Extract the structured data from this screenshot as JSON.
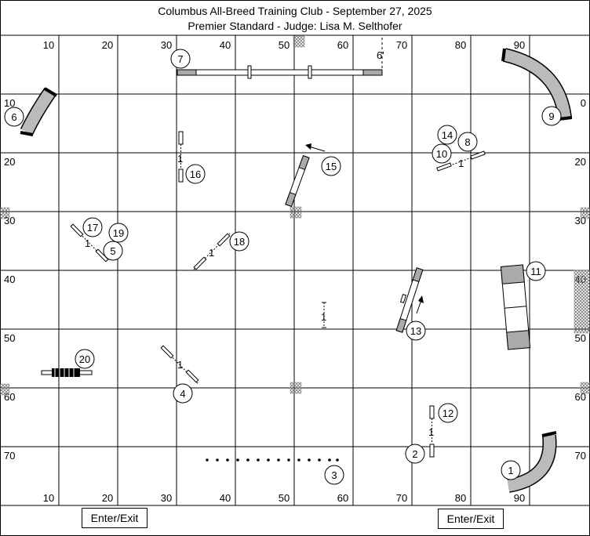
{
  "header": {
    "title": "Columbus All-Breed Training Club - September 27, 2025",
    "subtitle": "Premier Standard - Judge: Lisa M. Selthofer"
  },
  "grid": {
    "top_labels": [
      "10",
      "20",
      "30",
      "40",
      "50",
      "60",
      "70",
      "80",
      "90"
    ],
    "bottom_labels": [
      "10",
      "20",
      "30",
      "40",
      "50",
      "60",
      "70",
      "80",
      "90"
    ],
    "left_labels": [
      "10",
      "20",
      "30",
      "40",
      "50",
      "60",
      "70"
    ],
    "right_labels": [
      "0",
      "20",
      "30",
      "40",
      "50",
      "60",
      "70"
    ]
  },
  "obstacles": [
    {
      "n": "1"
    },
    {
      "n": "2"
    },
    {
      "n": "3"
    },
    {
      "n": "4"
    },
    {
      "n": "5"
    },
    {
      "n": "6"
    },
    {
      "n": "7"
    },
    {
      "n": "8"
    },
    {
      "n": "9"
    },
    {
      "n": "10"
    },
    {
      "n": "11"
    },
    {
      "n": "12"
    },
    {
      "n": "13"
    },
    {
      "n": "14"
    },
    {
      "n": "15"
    },
    {
      "n": "16"
    },
    {
      "n": "17"
    },
    {
      "n": "18"
    },
    {
      "n": "19"
    },
    {
      "n": "20"
    }
  ],
  "marks": {
    "dogwalk_height": "6'",
    "jump_one": "1"
  },
  "entrances": {
    "left": "Enter/Exit",
    "right": "Enter/Exit"
  }
}
